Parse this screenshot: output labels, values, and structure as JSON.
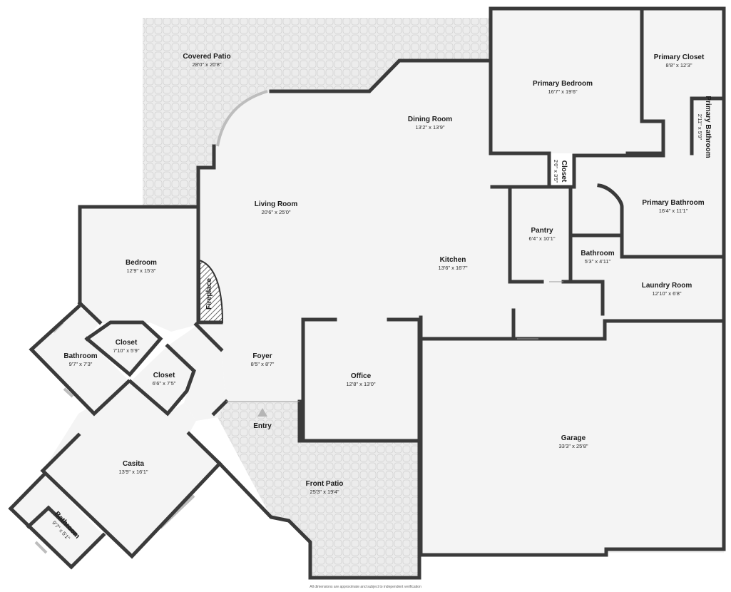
{
  "rooms": [
    {
      "id": "covered-patio",
      "name": "Covered Patio",
      "dim": "28'0\" x 20'8\""
    },
    {
      "id": "primary-bedroom",
      "name": "Primary Bedroom",
      "dim": "16'7\" x 19'6\""
    },
    {
      "id": "primary-closet",
      "name": "Primary Closet",
      "dim": "8'8\" x 12'3\""
    },
    {
      "id": "primary-bathroom-small",
      "name": "Primary Bathroom",
      "dim": "2'11\" x 5'9\""
    },
    {
      "id": "dining-room",
      "name": "Dining Room",
      "dim": "13'2\" x 13'9\""
    },
    {
      "id": "closet-small",
      "name": "Closet",
      "dim": "2'0\" x 3'5\""
    },
    {
      "id": "living-room",
      "name": "Living Room",
      "dim": "20'6\" x 25'0\""
    },
    {
      "id": "primary-bathroom",
      "name": "Primary Bathroom",
      "dim": "16'4\" x 11'1\""
    },
    {
      "id": "pantry",
      "name": "Pantry",
      "dim": "6'4\" x 10'1\""
    },
    {
      "id": "bedroom",
      "name": "Bedroom",
      "dim": "12'9\" x 15'3\""
    },
    {
      "id": "bathroom-mid",
      "name": "Bathroom",
      "dim": "5'3\" x 4'11\""
    },
    {
      "id": "kitchen",
      "name": "Kitchen",
      "dim": "13'6\" x 16'7\""
    },
    {
      "id": "laundry-room",
      "name": "Laundry Room",
      "dim": "12'10\" x 6'8\""
    },
    {
      "id": "fireplace",
      "name": "Fireplace",
      "dim": ""
    },
    {
      "id": "closet-a",
      "name": "Closet",
      "dim": "7'10\" x 5'9\""
    },
    {
      "id": "bathroom-left",
      "name": "Bathroom",
      "dim": "9'7\" x 7'3\""
    },
    {
      "id": "foyer",
      "name": "Foyer",
      "dim": "8'5\" x 8'7\""
    },
    {
      "id": "closet-b",
      "name": "Closet",
      "dim": "6'6\" x 7'5\""
    },
    {
      "id": "office",
      "name": "Office",
      "dim": "12'8\" x 13'0\""
    },
    {
      "id": "entry",
      "name": "Entry",
      "dim": ""
    },
    {
      "id": "garage",
      "name": "Garage",
      "dim": "33'3\" x 25'8\""
    },
    {
      "id": "casita",
      "name": "Casita",
      "dim": "13'9\" x 16'1\""
    },
    {
      "id": "front-patio",
      "name": "Front Patio",
      "dim": "25'3\" x 19'4\""
    },
    {
      "id": "casita-bathroom",
      "name": "Bathroom",
      "dim": "9'7\" x 5'1\""
    }
  ],
  "disclaimer": "All dimensions are approximate and subject to independent verification",
  "colors": {
    "wall": "#3a3a3a",
    "floor": "#f4f4f4",
    "patio": "#eeeeee",
    "hatch": "#444444",
    "entry_marker": "#b5b5b5"
  }
}
